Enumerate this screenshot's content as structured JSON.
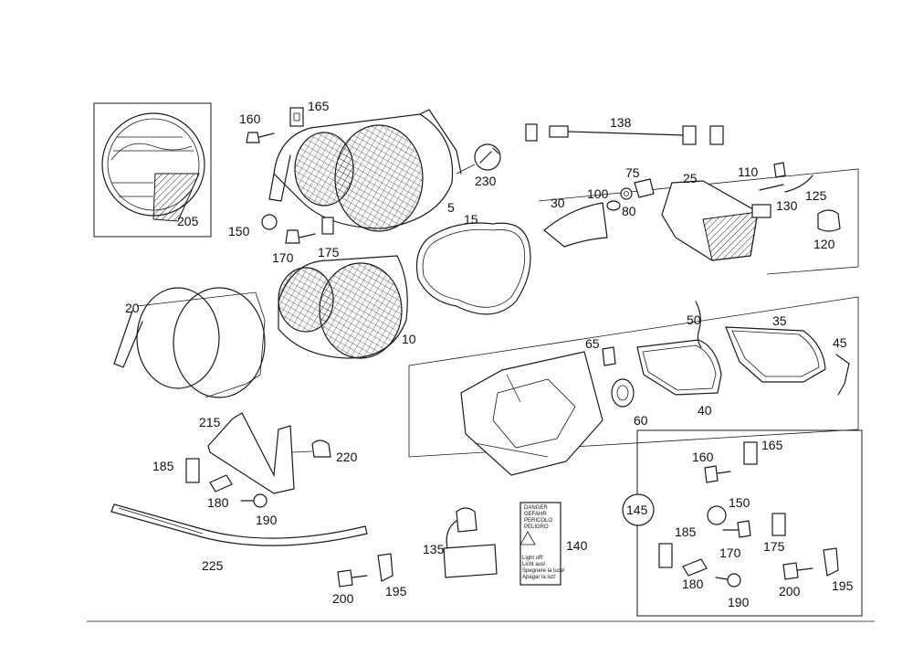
{
  "labels": {
    "p5": "5",
    "p10": "10",
    "p15": "15",
    "p20": "20",
    "p25": "25",
    "p30": "30",
    "p35": "35",
    "p40": "40",
    "p45": "45",
    "p50": "50",
    "p60": "60",
    "p65": "65",
    "p75": "75",
    "p80": "80",
    "p100": "100",
    "p110": "110",
    "p120": "120",
    "p125": "125",
    "p130": "130",
    "p135": "135",
    "p138": "138",
    "p140": "140",
    "p145": "145",
    "p150": "150",
    "p150b": "150",
    "p160": "160",
    "p160b": "160",
    "p165": "165",
    "p165b": "165",
    "p170": "170",
    "p170b": "170",
    "p175": "175",
    "p175b": "175",
    "p180": "180",
    "p180b": "180",
    "p185": "185",
    "p185b": "185",
    "p190": "190",
    "p190b": "190",
    "p195": "195",
    "p195b": "195",
    "p200": "200",
    "p200b": "200",
    "p205": "205",
    "p215": "215",
    "p220": "220",
    "p225": "225",
    "p230": "230"
  },
  "warning_label": {
    "lines": [
      "DANGER",
      "GEFAHR",
      "PERICOLO",
      "PELIGRO"
    ],
    "small_lines": [
      "Light off!",
      "Licht aus!",
      "Spegnere la luce!",
      "Apagar la luz!"
    ]
  }
}
